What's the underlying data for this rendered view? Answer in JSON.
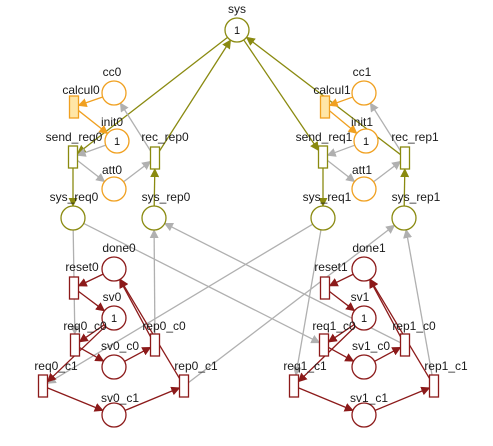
{
  "colors": {
    "olive": "#8a8a10",
    "orange": "#f0a020",
    "darkred": "#8c1a1a",
    "gray": "#b0b0b0",
    "place_fill": "#ffffff",
    "trans_fill": "#ffffff",
    "orange_trans_fill": "#ffe6a6"
  },
  "places": [
    {
      "id": "sys",
      "label": "sys",
      "tokens": "1",
      "color": "olive"
    },
    {
      "id": "cc0",
      "label": "cc0",
      "tokens": "",
      "color": "orange"
    },
    {
      "id": "init0",
      "label": "init0",
      "tokens": "1",
      "color": "orange"
    },
    {
      "id": "att0",
      "label": "att0",
      "tokens": "",
      "color": "orange"
    },
    {
      "id": "sys_req0",
      "label": "sys_req0",
      "tokens": "",
      "color": "olive"
    },
    {
      "id": "sys_rep0",
      "label": "sys_rep0",
      "tokens": "",
      "color": "olive"
    },
    {
      "id": "cc1",
      "label": "cc1",
      "tokens": "",
      "color": "orange"
    },
    {
      "id": "init1",
      "label": "init1",
      "tokens": "1",
      "color": "orange"
    },
    {
      "id": "att1",
      "label": "att1",
      "tokens": "",
      "color": "orange"
    },
    {
      "id": "sys_req1",
      "label": "sys_req1",
      "tokens": "",
      "color": "olive"
    },
    {
      "id": "sys_rep1",
      "label": "sys_rep1",
      "tokens": "",
      "color": "olive"
    },
    {
      "id": "done0",
      "label": "done0",
      "tokens": "",
      "color": "darkred"
    },
    {
      "id": "sv0",
      "label": "sv0",
      "tokens": "1",
      "color": "darkred"
    },
    {
      "id": "sv0_c0",
      "label": "sv0_c0",
      "tokens": "",
      "color": "darkred"
    },
    {
      "id": "sv0_c1",
      "label": "sv0_c1",
      "tokens": "",
      "color": "darkred"
    },
    {
      "id": "done1",
      "label": "done1",
      "tokens": "",
      "color": "darkred"
    },
    {
      "id": "sv1",
      "label": "sv1",
      "tokens": "1",
      "color": "darkred"
    },
    {
      "id": "sv1_c0",
      "label": "sv1_c0",
      "tokens": "",
      "color": "darkred"
    },
    {
      "id": "sv1_c1",
      "label": "sv1_c1",
      "tokens": "",
      "color": "darkred"
    }
  ],
  "transitions": [
    {
      "id": "calcul0",
      "label": "calcul0",
      "color": "orange"
    },
    {
      "id": "send_req0",
      "label": "send_req0",
      "color": "olive"
    },
    {
      "id": "rec_rep0",
      "label": "rec_rep0",
      "color": "olive"
    },
    {
      "id": "calcul1",
      "label": "calcul1",
      "color": "orange"
    },
    {
      "id": "send_req1",
      "label": "send_req1",
      "color": "olive"
    },
    {
      "id": "rec_rep1",
      "label": "rec_rep1",
      "color": "olive"
    },
    {
      "id": "reset0",
      "label": "reset0",
      "color": "darkred"
    },
    {
      "id": "req0_c0",
      "label": "req0_c0",
      "color": "darkred"
    },
    {
      "id": "rep0_c0",
      "label": "rep0_c0",
      "color": "darkred"
    },
    {
      "id": "req0_c1",
      "label": "req0_c1",
      "color": "darkred"
    },
    {
      "id": "rep0_c1",
      "label": "rep0_c1",
      "color": "darkred"
    },
    {
      "id": "reset1",
      "label": "reset1",
      "color": "darkred"
    },
    {
      "id": "req1_c0",
      "label": "req1_c0",
      "color": "darkred"
    },
    {
      "id": "rep1_c0",
      "label": "rep1_c0",
      "color": "darkred"
    },
    {
      "id": "req1_c1",
      "label": "req1_c1",
      "color": "darkred"
    },
    {
      "id": "rep1_c1",
      "label": "rep1_c1",
      "color": "darkred"
    }
  ],
  "arcs": [
    {
      "from": "sys",
      "to": "send_req0",
      "color": "olive"
    },
    {
      "from": "rec_rep0",
      "to": "sys",
      "color": "olive"
    },
    {
      "from": "sys",
      "to": "send_req1",
      "color": "olive"
    },
    {
      "from": "rec_rep1",
      "to": "sys",
      "color": "olive"
    },
    {
      "from": "send_req0",
      "to": "sys_req0",
      "color": "olive"
    },
    {
      "from": "sys_rep0",
      "to": "rec_rep0",
      "color": "olive"
    },
    {
      "from": "send_req1",
      "to": "sys_req1",
      "color": "olive"
    },
    {
      "from": "sys_rep1",
      "to": "rec_rep1",
      "color": "olive"
    },
    {
      "from": "cc0",
      "to": "calcul0",
      "color": "orange"
    },
    {
      "from": "calcul0",
      "to": "init0",
      "color": "orange"
    },
    {
      "from": "cc1",
      "to": "calcul1",
      "color": "orange"
    },
    {
      "from": "calcul1",
      "to": "init1",
      "color": "orange"
    },
    {
      "from": "init0",
      "to": "send_req0",
      "color": "gray"
    },
    {
      "from": "send_req0",
      "to": "att0",
      "color": "gray"
    },
    {
      "from": "att0",
      "to": "rec_rep0",
      "color": "gray"
    },
    {
      "from": "rec_rep0",
      "to": "cc0",
      "color": "gray"
    },
    {
      "from": "init1",
      "to": "send_req1",
      "color": "gray"
    },
    {
      "from": "send_req1",
      "to": "att1",
      "color": "gray"
    },
    {
      "from": "att1",
      "to": "rec_rep1",
      "color": "gray"
    },
    {
      "from": "rec_rep1",
      "to": "cc1",
      "color": "gray"
    },
    {
      "from": "sys_req0",
      "to": "req0_c0",
      "color": "gray"
    },
    {
      "from": "sys_req0",
      "to": "req1_c0",
      "color": "gray"
    },
    {
      "from": "sys_req1",
      "to": "req0_c1",
      "color": "gray"
    },
    {
      "from": "sys_req1",
      "to": "req1_c1",
      "color": "gray"
    },
    {
      "from": "rep0_c0",
      "to": "sys_rep0",
      "color": "gray"
    },
    {
      "from": "rep1_c0",
      "to": "sys_rep0",
      "color": "gray"
    },
    {
      "from": "rep0_c1",
      "to": "sys_rep1",
      "color": "gray"
    },
    {
      "from": "rep1_c1",
      "to": "sys_rep1",
      "color": "gray"
    },
    {
      "from": "done0",
      "to": "reset0",
      "color": "darkred"
    },
    {
      "from": "reset0",
      "to": "sv0",
      "color": "darkred"
    },
    {
      "from": "sv0",
      "to": "req0_c0",
      "color": "darkred"
    },
    {
      "from": "sv0",
      "to": "req0_c1",
      "color": "darkred"
    },
    {
      "from": "req0_c0",
      "to": "sv0_c0",
      "color": "darkred"
    },
    {
      "from": "sv0_c0",
      "to": "rep0_c0",
      "color": "darkred"
    },
    {
      "from": "req0_c1",
      "to": "sv0_c1",
      "color": "darkred"
    },
    {
      "from": "sv0_c1",
      "to": "rep0_c1",
      "color": "darkred"
    },
    {
      "from": "rep0_c0",
      "to": "done0",
      "color": "darkred"
    },
    {
      "from": "rep0_c1",
      "to": "done0",
      "color": "darkred"
    },
    {
      "from": "done1",
      "to": "reset1",
      "color": "darkred"
    },
    {
      "from": "reset1",
      "to": "sv1",
      "color": "darkred"
    },
    {
      "from": "sv1",
      "to": "req1_c0",
      "color": "darkred"
    },
    {
      "from": "sv1",
      "to": "req1_c1",
      "color": "darkred"
    },
    {
      "from": "req1_c0",
      "to": "sv1_c0",
      "color": "darkred"
    },
    {
      "from": "sv1_c0",
      "to": "rep1_c0",
      "color": "darkred"
    },
    {
      "from": "req1_c1",
      "to": "sv1_c1",
      "color": "darkred"
    },
    {
      "from": "sv1_c1",
      "to": "rep1_c1",
      "color": "darkred"
    },
    {
      "from": "rep1_c0",
      "to": "done1",
      "color": "darkred"
    },
    {
      "from": "rep1_c1",
      "to": "done1",
      "color": "darkred"
    }
  ]
}
